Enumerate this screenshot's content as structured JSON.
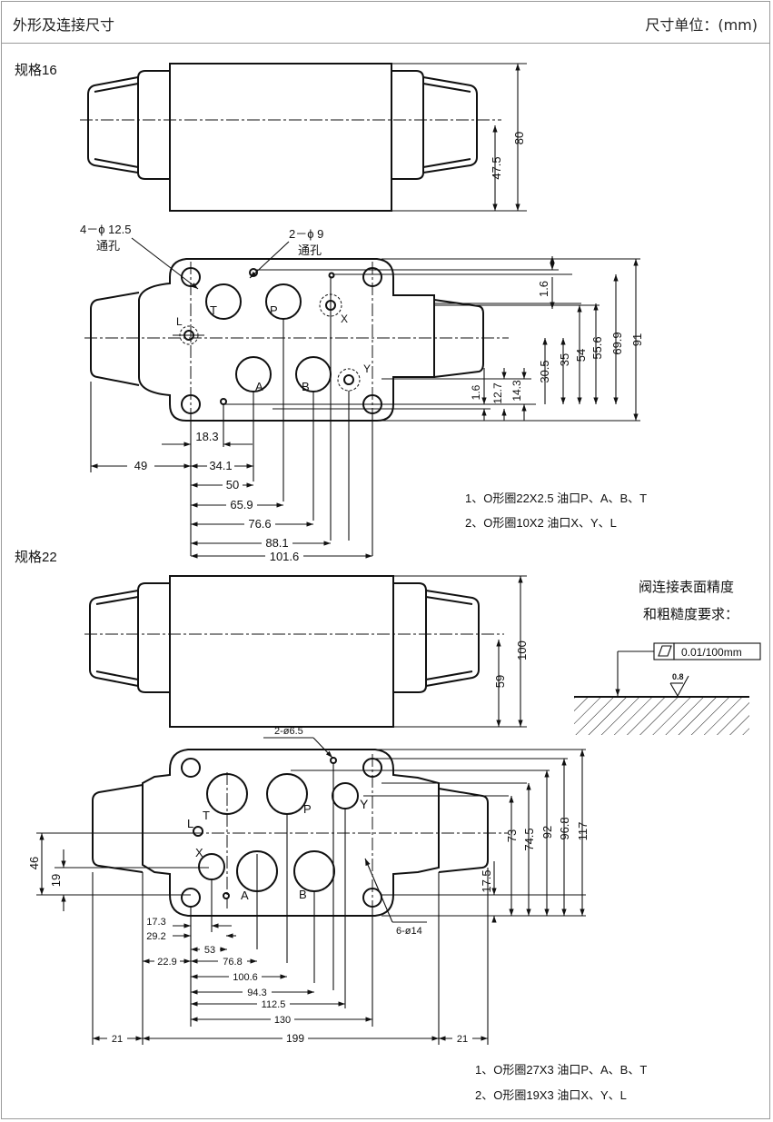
{
  "header": {
    "title": "外形及连接尺寸",
    "units": "尺寸单位：(mm)"
  },
  "size16": {
    "label": "规格16",
    "dims_front": [
      "80",
      "47.5"
    ],
    "hole_4": "4－ϕ 12.5",
    "hole_2": "2－ϕ 9",
    "through": "通孔",
    "ports": {
      "T": "T",
      "P": "P",
      "X": "X",
      "L": "L",
      "A": "A",
      "B": "B",
      "Y": "Y"
    },
    "dims_right": [
      "1.6",
      "30.5",
      "35",
      "54",
      "55.6",
      "69.9",
      "91"
    ],
    "dims_small": [
      "1.6",
      "12.7",
      "14.3"
    ],
    "dims_bottom": [
      "18.3",
      "49",
      "34.1",
      "50",
      "65.9",
      "76.6",
      "88.1",
      "101.6"
    ],
    "notes": [
      "1、O形圈22X2.5  油口P、A、B、T",
      "2、O形圈10X2  油口X、Y、L"
    ]
  },
  "size22": {
    "label": "规格22",
    "dims_front": [
      "100",
      "59"
    ],
    "hole_2": "2-ø6.5",
    "hole_6": "6-ø14",
    "ports": {
      "T": "T",
      "P": "P",
      "Y": "Y",
      "L": "L",
      "X": "X",
      "A": "A",
      "B": "B"
    },
    "dims_left": [
      "46",
      "19"
    ],
    "dims_right": [
      "17.5",
      "73",
      "74.5",
      "92",
      "96.8",
      "117"
    ],
    "dims_bottom": [
      "17.3",
      "29.2",
      "53",
      "22.9",
      "76.8",
      "100.6",
      "94.3",
      "112.5",
      "130",
      "21",
      "199",
      "21"
    ],
    "notes": [
      "1、O形圈27X3  油口P、A、B、T",
      "2、O形圈19X3  油口X、Y、L"
    ]
  },
  "surface": {
    "title_line1": "阀连接表面精度",
    "title_line2": "和粗糙度要求：",
    "flatness": "0.01/100mm",
    "roughness": "0.8"
  }
}
